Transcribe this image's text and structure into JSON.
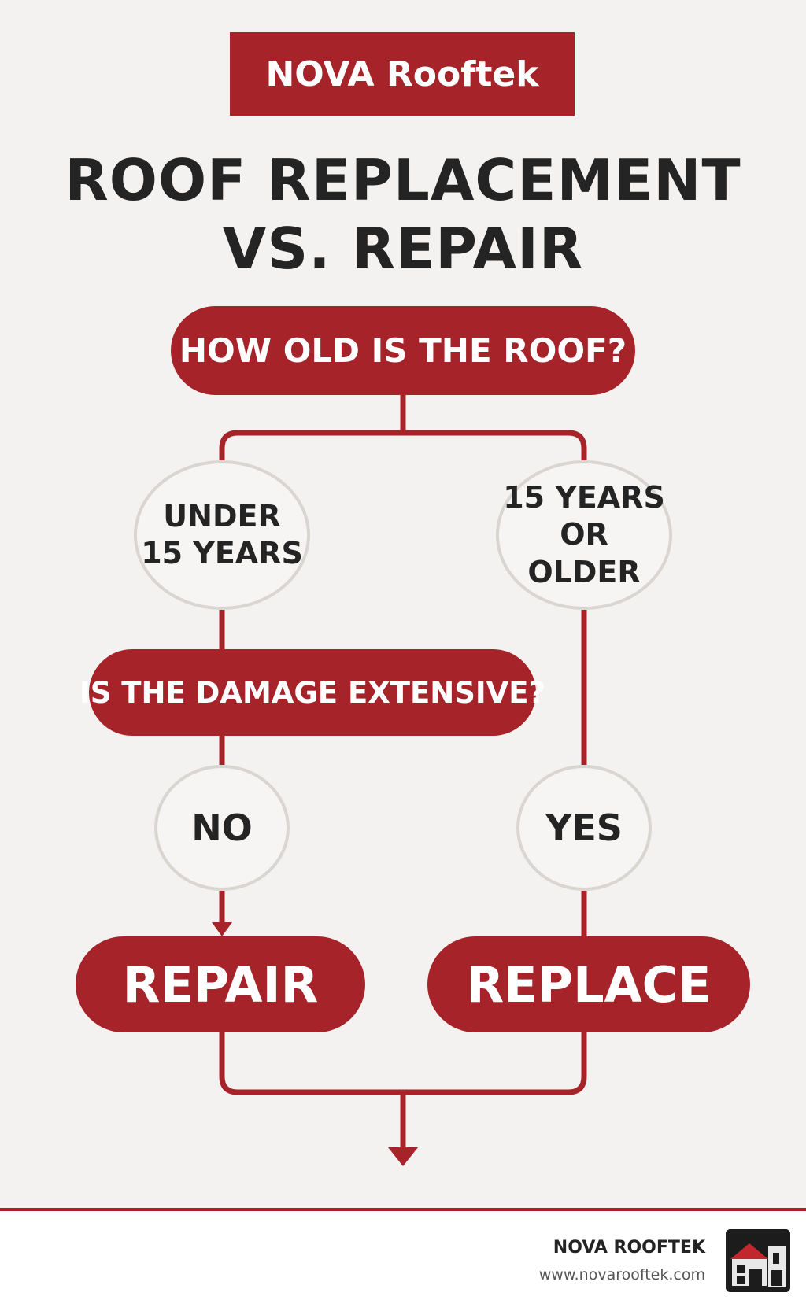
{
  "brand_badge": "NOVA Rooftek",
  "title": {
    "line1": "ROOF REPLACEMENT",
    "line2": "VS. REPAIR"
  },
  "flow": {
    "question_age": "HOW OLD IS THE ROOF?",
    "under_line1": "UNDER",
    "under_line2": "15 YEARS",
    "older_line1": "15 YEARS",
    "older_line2": "OR OLDER",
    "question_damage": "IS THE DAMAGE EXTENSIVE?",
    "answer_no": "NO",
    "answer_yes": "YES",
    "result_repair": "REPAIR",
    "result_replace": "REPLACE"
  },
  "footer": {
    "company": "NOVA ROOFTEK",
    "url": "www.novarooftek.com"
  },
  "colors": {
    "accent_red": "#a62329",
    "text_dark": "#242424",
    "background": "#f3f2f1"
  },
  "icons": {
    "logo": "house-logo-icon"
  }
}
